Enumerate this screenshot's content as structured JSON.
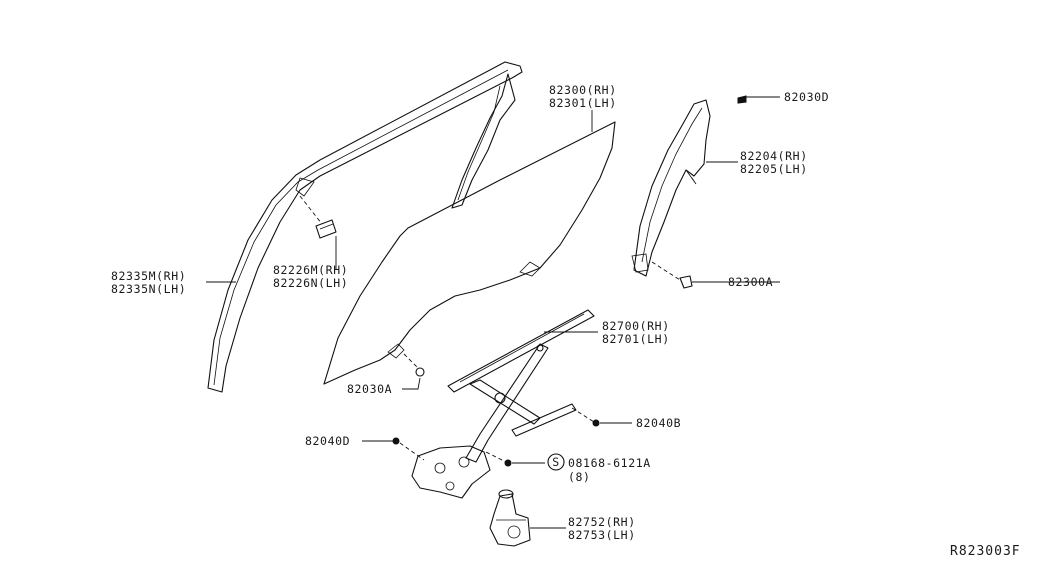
{
  "diagram": {
    "reference_code": "R823003F",
    "callouts": {
      "window_glass": [
        "82300(RH)",
        "82301(LH)"
      ],
      "sash_front": [
        "82335M(RH)",
        "82335N(LH)"
      ],
      "glass_bracket": [
        "82226M(RH)",
        "82226N(LH)"
      ],
      "sash_rear": [
        "82204(RH)",
        "82205(LH)"
      ],
      "clip_top": [
        "82030D"
      ],
      "clip_rear": [
        "82300A"
      ],
      "clip_glass": [
        "82030A"
      ],
      "regulator": [
        "82700(RH)",
        "82701(LH)"
      ],
      "bolt_right": [
        "82040B"
      ],
      "bolt_left": [
        "82040D"
      ],
      "screw": [
        "08168-6121A",
        "(8)"
      ],
      "screw_symbol": "S",
      "motor": [
        "82752(RH)",
        "82753(LH)"
      ]
    }
  }
}
